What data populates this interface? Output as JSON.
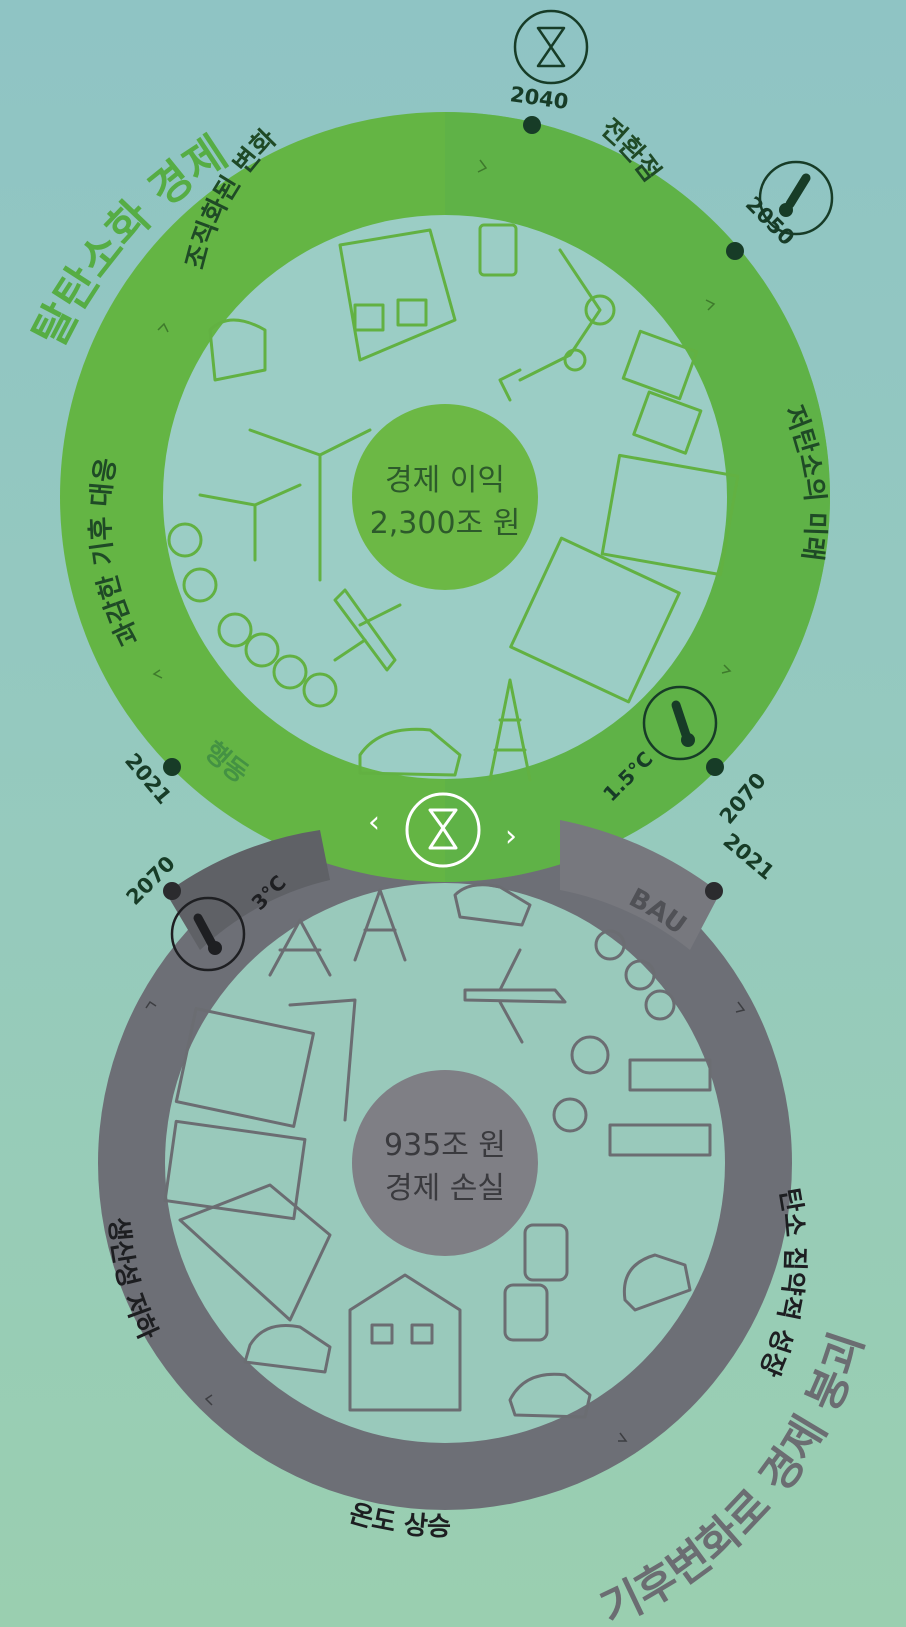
{
  "titles": {
    "top": "탈탄소화 경제",
    "bottom": "기후변화로 경제 붕괴"
  },
  "top_circle": {
    "center_line1": "경제 이익",
    "center_line2": "2,300조 원",
    "segments": [
      "조직화된 변화",
      "전환점",
      "저탄소의 미래",
      "행동",
      "과감한 기후 대응"
    ],
    "years": [
      "2040",
      "2050",
      "2070",
      "2021"
    ],
    "temperature": "1.5°C"
  },
  "bottom_circle": {
    "label_bau": "BAU",
    "center_line1": "935조 원",
    "center_line2": "경제 손실",
    "segments": [
      "탄소 집약적 성장",
      "온도 상승",
      "생산성 저하"
    ],
    "years": [
      "2021",
      "2070"
    ],
    "temperature": "3°C"
  },
  "icons": [
    "hourglass-icon",
    "thermometer-icon",
    "chevron-left-icon",
    "chevron-right-icon"
  ],
  "colors": {
    "green_ring": "#63b443",
    "green_dark": "#173c27",
    "green_center": "#6cb845",
    "gray_ring": "#6c6e75",
    "gray_center": "#808086",
    "background": "#93c8c0"
  }
}
